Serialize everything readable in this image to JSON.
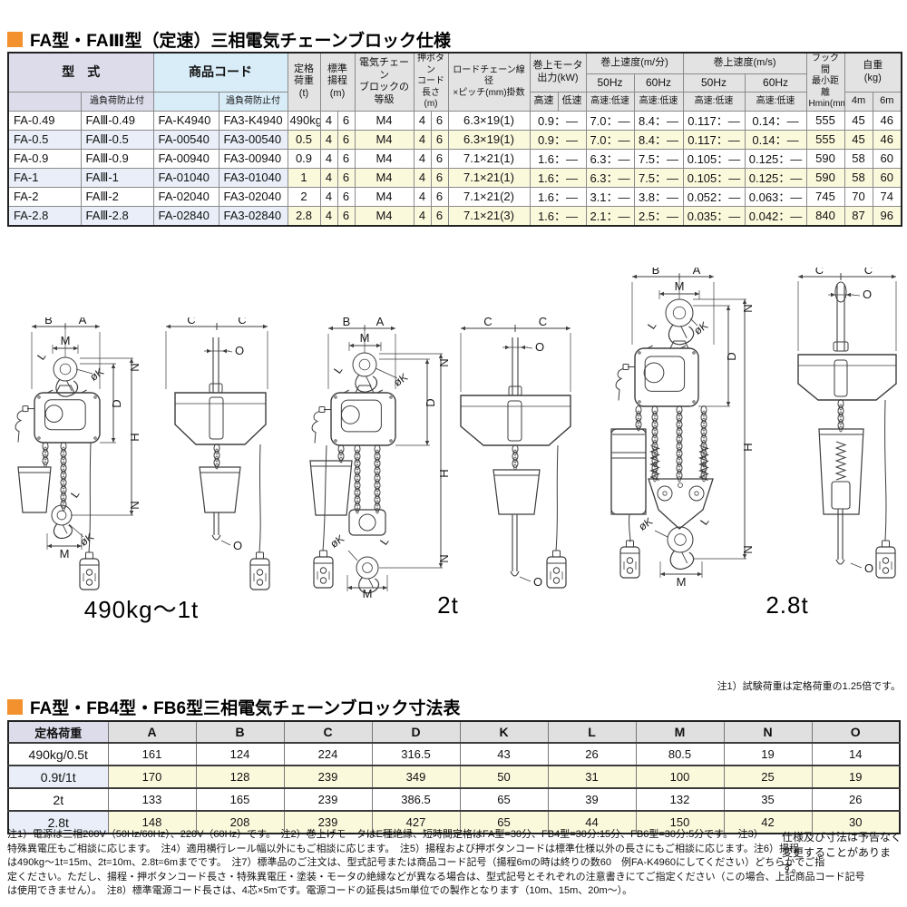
{
  "page": {
    "title1": "FA型・FAⅢ型（定速）三相電気チェーンブロック仕様",
    "title2": "FA型・FB4型・FB6型三相電気チェーンブロック寸法表",
    "pre_dim_note": "注1）試験荷重は定格荷重の1.25倍です。",
    "change_note_line1": "仕様及び寸法は予告なく",
    "change_note_line2": "変更することがあります。",
    "accent_orange": "#f2912d"
  },
  "spec_table": {
    "h_model": "型　式",
    "h_overload": "過負荷防止付",
    "h_code": "商品コード",
    "h_capacity": "定格\n荷重\n(t)",
    "h_lift": "標準\n揚程\n(m)",
    "h_grade": "電気チェーン\nブロックの\n等級",
    "h_button": "押ボタン\nコード\n長さ(m)",
    "h_chain": "ロードチェーン線径\n×ピッチ(mm)掛数",
    "h_motor": "巻上モータ\n出力(kW)",
    "h_speed_min": "巻上速度(m/分)",
    "h_speed_s": "巻上速度(m/s)",
    "h_50": "50Hz",
    "h_60": "60Hz",
    "h_high": "高速",
    "h_low": "低速",
    "h_highlow": "高速:低速",
    "h_hmin": "フック間\n最小距離\nHmin(mm)",
    "h_weight": "自重\n(kg)",
    "h_4m": "4m",
    "h_6m": "6m",
    "rows": [
      {
        "model": "FA-0.49",
        "model_ol": "FAⅢ-0.49",
        "code": "FA-K4940",
        "code_ol": "FA3-K4940",
        "cap": "490kg",
        "lift4": "4",
        "lift6": "6",
        "grade": "M4",
        "btn4": "4",
        "btn6": "6",
        "chain": "6.3×19(1)",
        "motor": "0.9：—",
        "v50": "7.0：—",
        "v60": "8.4：—",
        "s50": "0.117：—",
        "s60": "0.14：—",
        "hmin": "555",
        "w4": "45",
        "w6": "46"
      },
      {
        "model": "FA-0.5",
        "model_ol": "FAⅢ-0.5",
        "code": "FA-00540",
        "code_ol": "FA3-00540",
        "cap": "0.5",
        "lift4": "4",
        "lift6": "6",
        "grade": "M4",
        "btn4": "4",
        "btn6": "6",
        "chain": "6.3×19(1)",
        "motor": "0.9：—",
        "v50": "7.0：—",
        "v60": "8.4：—",
        "s50": "0.117：—",
        "s60": "0.14：—",
        "hmin": "555",
        "w4": "45",
        "w6": "46"
      },
      {
        "model": "FA-0.9",
        "model_ol": "FAⅢ-0.9",
        "code": "FA-00940",
        "code_ol": "FA3-00940",
        "cap": "0.9",
        "lift4": "4",
        "lift6": "6",
        "grade": "M4",
        "btn4": "4",
        "btn6": "6",
        "chain": "7.1×21(1)",
        "motor": "1.6：—",
        "v50": "6.3：—",
        "v60": "7.5：—",
        "s50": "0.105：—",
        "s60": "0.125：—",
        "hmin": "590",
        "w4": "58",
        "w6": "60"
      },
      {
        "model": "FA-1",
        "model_ol": "FAⅢ-1",
        "code": "FA-01040",
        "code_ol": "FA3-01040",
        "cap": "1",
        "lift4": "4",
        "lift6": "6",
        "grade": "M4",
        "btn4": "4",
        "btn6": "6",
        "chain": "7.1×21(1)",
        "motor": "1.6：—",
        "v50": "6.3：—",
        "v60": "7.5：—",
        "s50": "0.105：—",
        "s60": "0.125：—",
        "hmin": "590",
        "w4": "58",
        "w6": "60"
      },
      {
        "model": "FA-2",
        "model_ol": "FAⅢ-2",
        "code": "FA-02040",
        "code_ol": "FA3-02040",
        "cap": "2",
        "lift4": "4",
        "lift6": "6",
        "grade": "M4",
        "btn4": "4",
        "btn6": "6",
        "chain": "7.1×21(2)",
        "motor": "1.6：—",
        "v50": "3.1：—",
        "v60": "3.8：—",
        "s50": "0.052：—",
        "s60": "0.063：—",
        "hmin": "745",
        "w4": "70",
        "w6": "74"
      },
      {
        "model": "FA-2.8",
        "model_ol": "FAⅢ-2.8",
        "code": "FA-02840",
        "code_ol": "FA3-02840",
        "cap": "2.8",
        "lift4": "4",
        "lift6": "6",
        "grade": "M4",
        "btn4": "4",
        "btn6": "6",
        "chain": "7.1×21(3)",
        "motor": "1.6：—",
        "v50": "2.1：—",
        "v60": "2.5：—",
        "s50": "0.035：—",
        "s60": "0.042：—",
        "hmin": "840",
        "w4": "87",
        "w6": "96"
      }
    ]
  },
  "figures": {
    "captions": [
      "490kg～1t",
      "2t",
      "2.8t"
    ],
    "labels": {
      "A": "A",
      "B": "B",
      "C": "C",
      "D": "D",
      "H": "H",
      "K": "øK",
      "L": "L",
      "M": "M",
      "N": "N",
      "O": "O"
    }
  },
  "dim_table": {
    "col_label": "定格荷重",
    "cols": [
      "A",
      "B",
      "C",
      "D",
      "K",
      "L",
      "M",
      "N",
      "O"
    ],
    "rows": [
      {
        "label": "490kg/0.5t",
        "values": [
          "161",
          "124",
          "224",
          "316.5",
          "43",
          "26",
          "80.5",
          "19",
          "14"
        ]
      },
      {
        "label": "0.9t/1t",
        "values": [
          "170",
          "128",
          "239",
          "349",
          "50",
          "31",
          "100",
          "25",
          "19"
        ]
      },
      {
        "label": "2t",
        "values": [
          "133",
          "165",
          "239",
          "386.5",
          "65",
          "39",
          "132",
          "35",
          "26"
        ]
      },
      {
        "label": "2.8t",
        "values": [
          "148",
          "208",
          "239",
          "427",
          "65",
          "44",
          "150",
          "42",
          "30"
        ]
      }
    ]
  },
  "footnotes": [
    "注1）電源は三相200V（50Hz/60Hz）、220V（60Hz）です。　注2）巻上げモータはE種絶縁、短時間定格はFA型=30分、FB4型=30分:15分、FB6型=30分:5分です。　注3）",
    "特殊異電圧もご相談に応じます。　注4）適用横行レール幅以外にもご相談に応じます。　注5）揚程および押ボタンコードは標準仕様以外の長さにもご相談に応じます。注6）揚程",
    "は490kg～1t=15m、2t=10m、2.8t=6mまでです。　注7）標準品のご注文は、型式記号または商品コード記号（揚程6mの時は終りの数60　例FA-K4960にしてください）どちらかでご指",
    "定ください。ただし、揚程・押ボタンコード長さ・特殊異電圧・塗装・モータの絶縁などが異なる場合は、型式記号とそれぞれの注意書きにてご指定ください（この場合、上記商品コード記号",
    "は使用できません）。　注8）標準電源コード長さは、4芯×5mです。電源コードの延長は5m単位での製作となります（10m、15m、20m～）。"
  ]
}
